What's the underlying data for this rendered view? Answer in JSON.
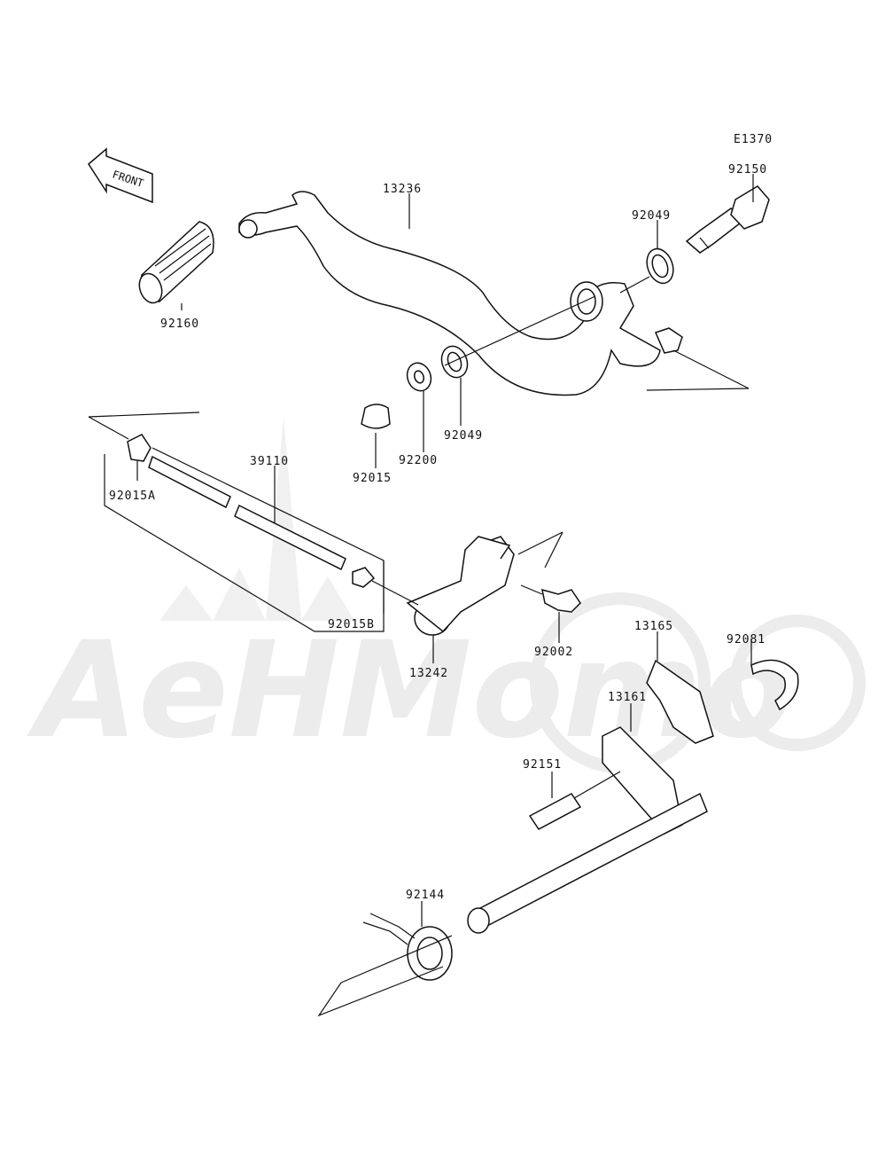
{
  "diagram": {
    "ref_code": "E1370",
    "front_label": "FRONT",
    "watermark": "AeHMomo",
    "parts": [
      {
        "id": "p-92150",
        "number": "92150"
      },
      {
        "id": "p-92049a",
        "number": "92049"
      },
      {
        "id": "p-13236",
        "number": "13236"
      },
      {
        "id": "p-92160",
        "number": "92160"
      },
      {
        "id": "p-92049b",
        "number": "92049"
      },
      {
        "id": "p-92200",
        "number": "92200"
      },
      {
        "id": "p-92015",
        "number": "92015"
      },
      {
        "id": "p-39110",
        "number": "39110"
      },
      {
        "id": "p-92015A",
        "number": "92015A"
      },
      {
        "id": "p-92015B",
        "number": "92015B"
      },
      {
        "id": "p-13242",
        "number": "13242"
      },
      {
        "id": "p-92002",
        "number": "92002"
      },
      {
        "id": "p-13165",
        "number": "13165"
      },
      {
        "id": "p-92081",
        "number": "92081"
      },
      {
        "id": "p-13161",
        "number": "13161"
      },
      {
        "id": "p-92151",
        "number": "92151"
      },
      {
        "id": "p-92144",
        "number": "92144"
      }
    ]
  }
}
